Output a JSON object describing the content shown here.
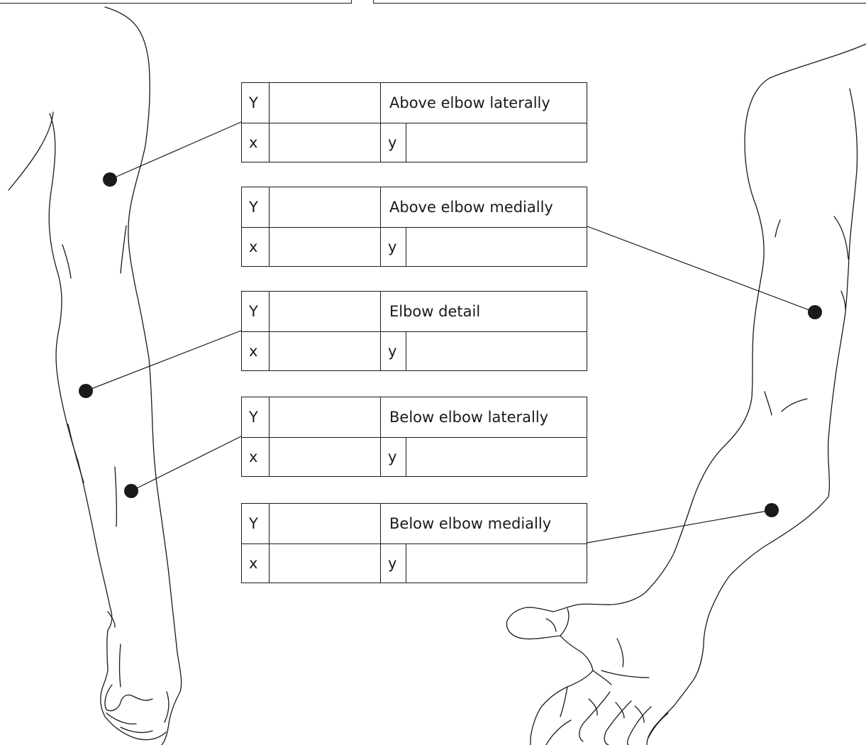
{
  "sites": [
    {
      "key": "above-elbow-laterally",
      "title": "Above elbow laterally",
      "first_label": "Y",
      "x_label": "x",
      "y_label": "y",
      "arm": "left-arm"
    },
    {
      "key": "above-elbow-medially",
      "title": "Above elbow medially",
      "first_label": "Y",
      "x_label": "x",
      "y_label": "y",
      "arm": "right-arm"
    },
    {
      "key": "elbow-detail",
      "title": "Elbow detail",
      "first_label": "Y",
      "x_label": "x",
      "y_label": "y",
      "arm": "left-arm"
    },
    {
      "key": "below-elbow-laterally",
      "title": "Below elbow laterally",
      "first_label": "Y",
      "x_label": "x",
      "y_label": "y",
      "arm": "left-arm"
    },
    {
      "key": "below-elbow-medially",
      "title": "Below elbow medially",
      "first_label": "Y",
      "x_label": "x",
      "y_label": "y",
      "arm": "right-arm"
    }
  ],
  "colors": {
    "line": "#1a1a1a",
    "marker": "#1a1a1a",
    "background": "#ffffff"
  }
}
